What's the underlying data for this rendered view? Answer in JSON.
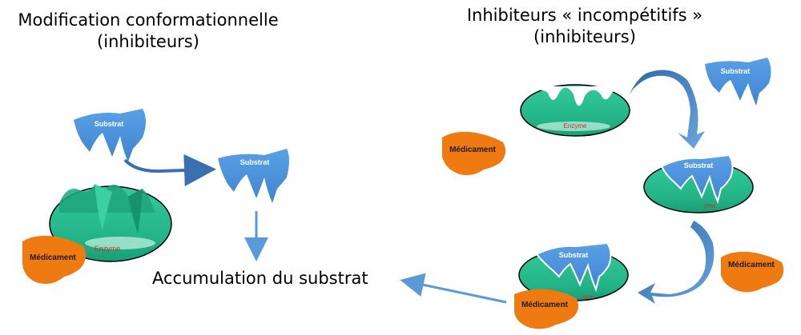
{
  "left_title": {
    "line1": "Modification conformationnelle",
    "line2": "(inhibiteurs)"
  },
  "right_title": {
    "line1": "Inhibiteurs « incompétitifs »",
    "line2": "(inhibiteurs)"
  },
  "accumulation_label": "Accumulation du substrat",
  "labels": {
    "substrat": "Substrat",
    "enzyme": "Enzyme",
    "medicament": "Médicament",
    "enzyme_partial": "yme"
  },
  "colors": {
    "enzyme_green": "#2bbf8f",
    "substrate_blue": "#4a8fd8",
    "drug_orange": "#f07a12",
    "arrow_blue": "#3a78b8",
    "enzyme_text": "#c0392b"
  }
}
